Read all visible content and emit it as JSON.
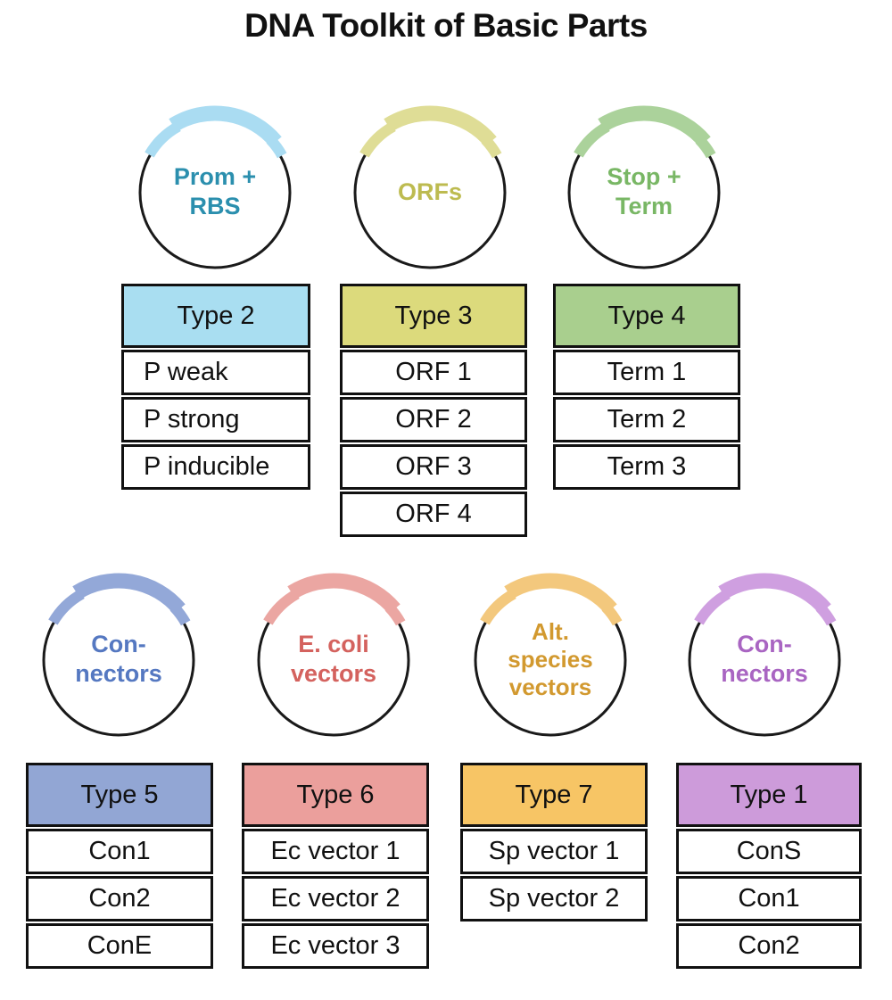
{
  "title": "DNA Toolkit of Basic Parts",
  "groups": [
    {
      "name": "prom-rbs",
      "circle_lines": [
        "Prom +",
        "RBS"
      ],
      "colors": {
        "text": "#2b8fae",
        "arc": "#aadcf2",
        "header_bg": "#a9def1"
      },
      "table": {
        "header": "Type 2",
        "rows": [
          "P weak",
          "P strong",
          "P inducible"
        ]
      }
    },
    {
      "name": "orfs",
      "circle_lines": [
        "ORFs"
      ],
      "colors": {
        "text": "#bdbb50",
        "arc": "#dfdd96",
        "header_bg": "#dcda7c"
      },
      "table": {
        "header": "Type 3",
        "rows": [
          "ORF 1",
          "ORF 2",
          "ORF 3",
          "ORF 4"
        ]
      }
    },
    {
      "name": "stop-term",
      "circle_lines": [
        "Stop +",
        "Term"
      ],
      "colors": {
        "text": "#79b765",
        "arc": "#abd29b",
        "header_bg": "#a9cf8e"
      },
      "table": {
        "header": "Type 4",
        "rows": [
          "Term 1",
          "Term 2",
          "Term 3"
        ]
      }
    },
    {
      "name": "connectors-type5",
      "circle_lines": [
        "Con-",
        "nectors"
      ],
      "colors": {
        "text": "#5578c1",
        "arc": "#93a8d8",
        "header_bg": "#92a6d4"
      },
      "table": {
        "header": "Type 5",
        "rows": [
          "Con1",
          "Con2",
          "ConE"
        ]
      }
    },
    {
      "name": "ecoli-vectors",
      "circle_lines": [
        "E. coli",
        "vectors"
      ],
      "colors": {
        "text": "#d4625e",
        "arc": "#eba6a2",
        "header_bg": "#eb9f9c"
      },
      "table": {
        "header": "Type 6",
        "rows": [
          "Ec vector 1",
          "Ec vector 2",
          "Ec vector 3"
        ]
      }
    },
    {
      "name": "alt-species-vectors",
      "circle_lines": [
        "Alt.",
        "species",
        "vectors"
      ],
      "colors": {
        "text": "#d2992f",
        "arc": "#f3c87d",
        "header_bg": "#f7c565"
      },
      "table": {
        "header": "Type 7",
        "rows": [
          "Sp vector 1",
          "Sp vector 2"
        ]
      }
    },
    {
      "name": "connectors-type1",
      "circle_lines": [
        "Con-",
        "nectors"
      ],
      "colors": {
        "text": "#a965c2",
        "arc": "#cf9fe0",
        "header_bg": "#cd9bda"
      },
      "table": {
        "header": "Type 1",
        "rows": [
          "ConS",
          "Con1",
          "Con2"
        ]
      }
    }
  ]
}
